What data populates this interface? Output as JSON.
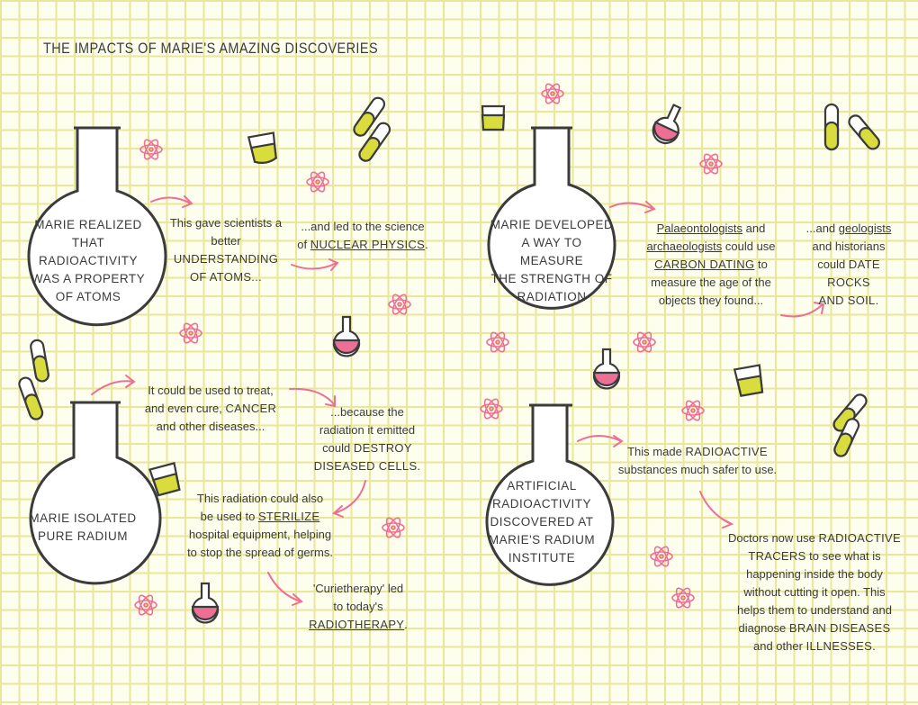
{
  "title": "THE IMPACTS OF MARIE'S AMAZING DISCOVERIES",
  "flasks": [
    {
      "lines": [
        "MARIE REALIZED",
        "THAT RADIOACTIVITY",
        "WAS A PROPERTY",
        "OF ATOMS"
      ]
    },
    {
      "lines": [
        "MARIE ISOLATED",
        "PURE RADIUM"
      ]
    },
    {
      "lines": [
        "MARIE DEVELOPED",
        "A WAY TO MEASURE",
        "THE STRENGTH OF",
        "RADIATION"
      ]
    },
    {
      "lines": [
        "ARTIFICIAL",
        "RADIOACTIVITY",
        "DISCOVERED AT",
        "MARIE'S RADIUM",
        "INSTITUTE"
      ]
    }
  ],
  "texts": {
    "atoms1": {
      "a": "This gave scientists a",
      "b": "better",
      "c": "UNDERSTANDING",
      "d": "OF ATOMS..."
    },
    "atoms2": {
      "a": "...and led to the science",
      "b": "of",
      "c": "NUCLEAR PHYSICS",
      "d": "."
    },
    "radium1": {
      "a": "It could be used to treat,",
      "b": "and even cure,",
      "c": "CANCER",
      "d": "and other diseases..."
    },
    "radium2": {
      "a": "...because the",
      "b": "radiation it emitted",
      "c": "could",
      "d": "DESTROY",
      "e": "DISEASED CELLS."
    },
    "radium3": {
      "a": "This radiation could also",
      "b": "be used to",
      "c": "STERILIZE",
      "d": "hospital equipment, helping",
      "e": "to stop the spread of germs."
    },
    "radium4": {
      "a": "'Curietherapy' led",
      "b": "to today's",
      "c": "RADIOTHERAPY",
      "d": "."
    },
    "measure1": {
      "a": "Palaeontologists",
      "b": "and",
      "c": "archaeologists",
      "d": "could use",
      "e": "CARBON DATING",
      "f": "to",
      "g": "measure the age of the",
      "h": "objects they found..."
    },
    "measure2": {
      "a": "...and",
      "b": "geologists",
      "c": "and historians",
      "d": "could",
      "e": "DATE ROCKS",
      "f": "AND SOIL."
    },
    "artificial1": {
      "a": "This made",
      "b": "RADIOACTIVE",
      "c": "substances much safer to use."
    },
    "artificial2": {
      "a": "Doctors now use",
      "b": "RADIOACTIVE",
      "c": "TRACERS",
      "d": "to see what is",
      "e": "happening inside the body",
      "f": "without cutting it open. This",
      "g": "helps them to understand and",
      "h": "diagnose",
      "i": "BRAIN DISEASES",
      "j": "and other",
      "k": "ILLNESSES."
    }
  },
  "colors": {
    "grid": "#e8e79a",
    "pink": "#ee6f96",
    "lime": "#d8dc3c",
    "ink": "#3b3b3b"
  }
}
